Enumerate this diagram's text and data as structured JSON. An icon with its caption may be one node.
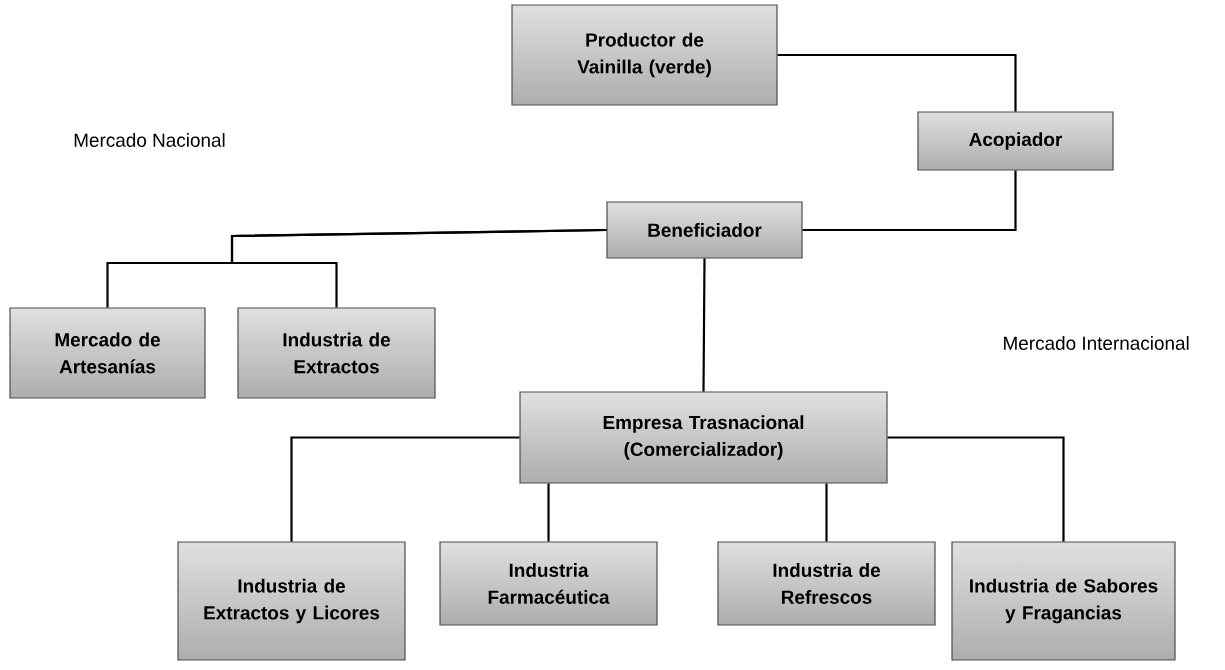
{
  "diagram": {
    "nodes": [
      {
        "text": [
          "Productor de Vainilla (verde)"
        ]
      },
      {
        "text": [
          "Acopiador"
        ]
      },
      {
        "text": [
          "Beneficiador"
        ]
      },
      {
        "text": [
          "Mercado de Artesanías"
        ]
      },
      {
        "text": [
          "Industria de Extractos"
        ]
      },
      {
        "text": [
          "Empresa Trasnacional (Comercializador)"
        ]
      },
      {
        "text": [
          "Industria de Extractos y Licores"
        ]
      },
      {
        "text": [
          "Industria Farmacéutica"
        ]
      },
      {
        "text": [
          "Industria de Refrescos"
        ]
      },
      {
        "text": [
          "Industria de Sabores y Fragancias"
        ]
      }
    ],
    "edges": [
      {
        "from": 0,
        "to": 1,
        "arrow": "none"
      },
      {
        "from": 1,
        "to": 2,
        "arrow": "none"
      },
      {
        "from": 2,
        "to": 3,
        "arrow": "none"
      },
      {
        "from": 2,
        "to": 4,
        "arrow": "none"
      },
      {
        "from": 2,
        "to": 5,
        "arrow": "none"
      },
      {
        "from": 5,
        "to": 6,
        "arrow": "none"
      },
      {
        "from": 5,
        "to": 7,
        "arrow": "none"
      },
      {
        "from": 5,
        "to": 8,
        "arrow": "none"
      },
      {
        "from": 5,
        "to": 9,
        "arrow": "none"
      }
    ],
    "labels": [
      "Mercado Nacional",
      "Mercado Internacional"
    ]
  }
}
